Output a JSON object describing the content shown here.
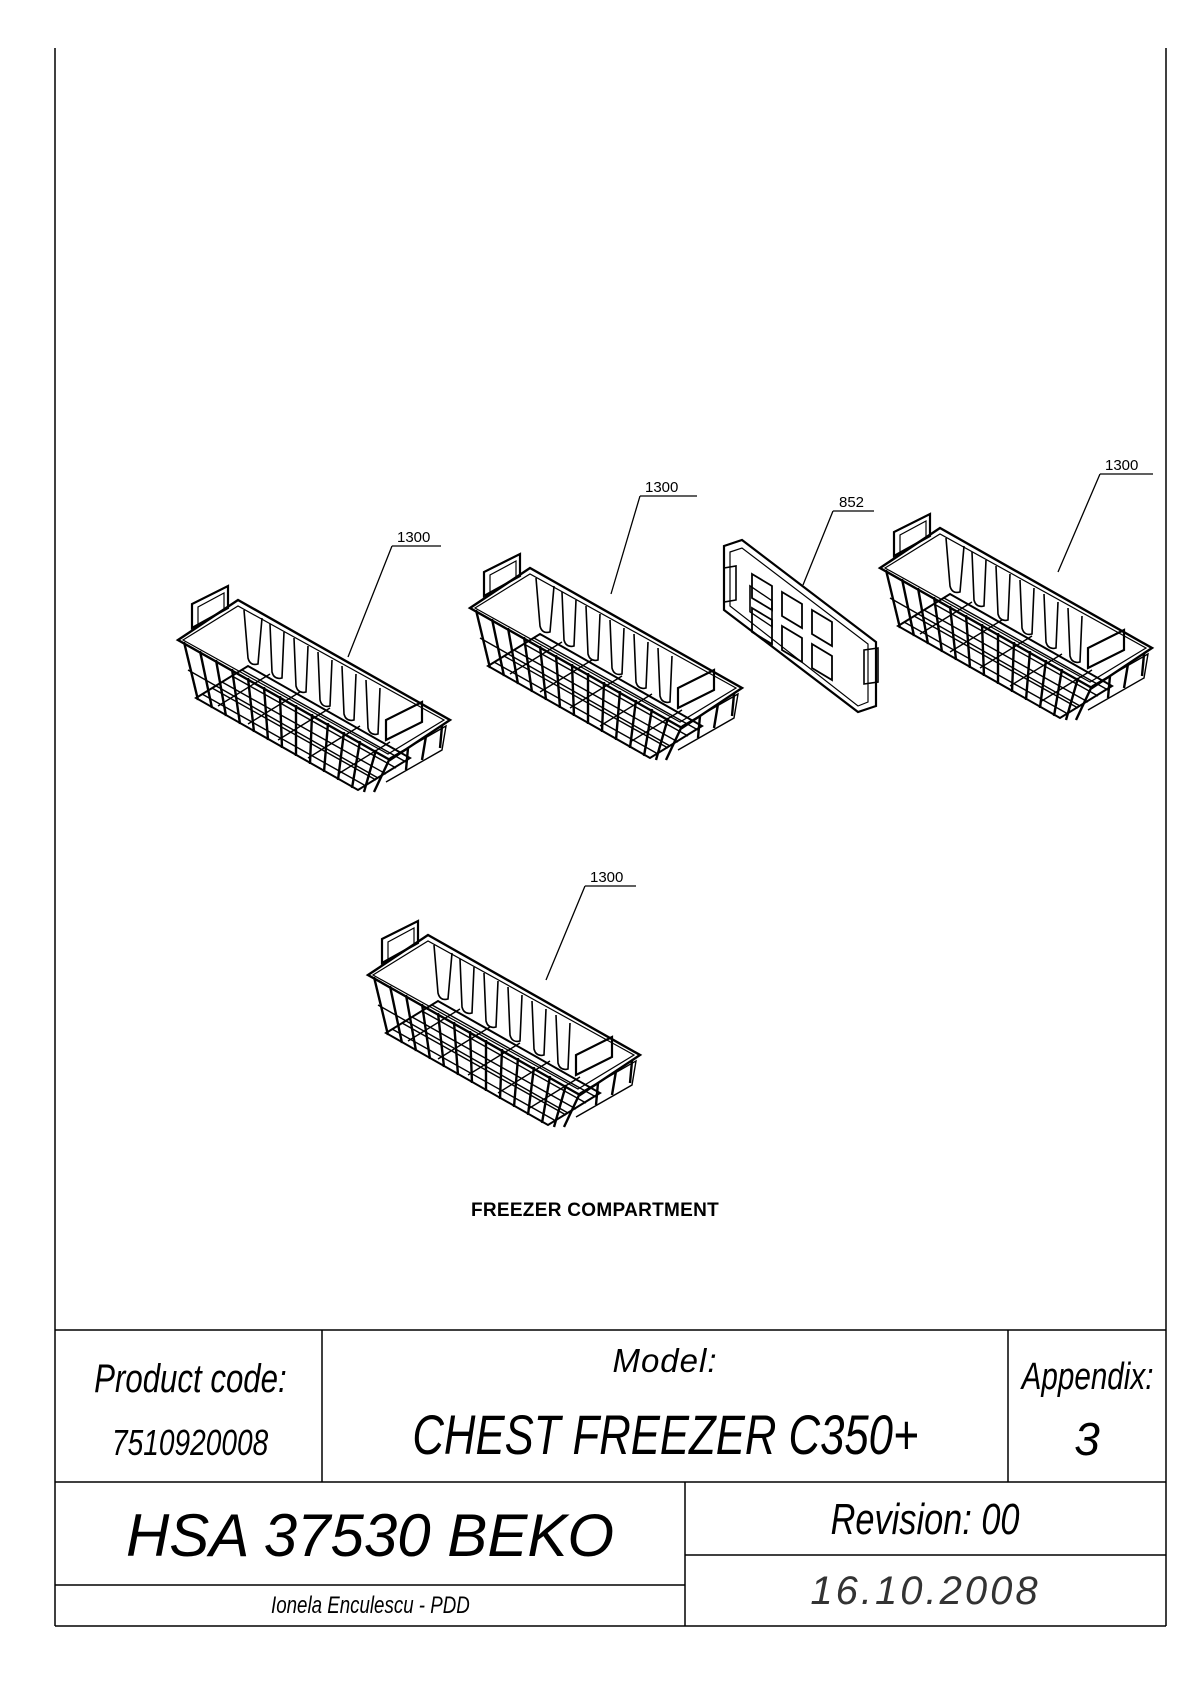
{
  "drawing": {
    "caption": "FREEZER COMPARTMENT",
    "callouts": [
      {
        "label": "1300",
        "part": "wire-basket"
      },
      {
        "label": "1300",
        "part": "wire-basket"
      },
      {
        "label": "852",
        "part": "basket-divider"
      },
      {
        "label": "1300",
        "part": "wire-basket"
      },
      {
        "label": "1300",
        "part": "wire-basket"
      }
    ]
  },
  "title_block": {
    "product_code_label": "Product code:",
    "product_code_value": "7510920008",
    "model_label": "Model:",
    "model_value": "CHEST FREEZER C350+",
    "appendix_label": "Appendix:",
    "appendix_value": "3",
    "product_name": "HSA 37530 BEKO",
    "revision": "Revision: 00",
    "author": "Ionela Enculescu - PDD",
    "date": "16.10.2008"
  }
}
